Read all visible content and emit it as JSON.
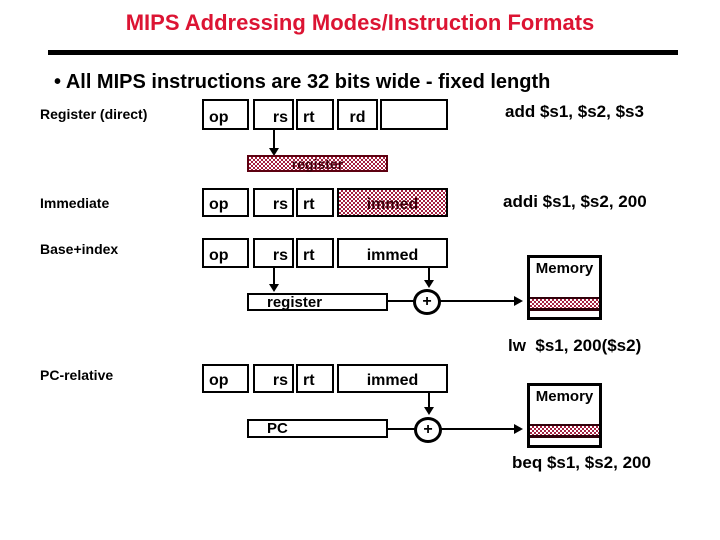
{
  "slide": {
    "title": "MIPS Addressing Modes/Instruction Formats",
    "bullet": "• All MIPS instructions are 32 bits wide - fixed length"
  },
  "colors": {
    "title_red": "#dc1433",
    "hatch_red": "#a52040",
    "hatch_text": "#3f000c",
    "body_text": "#000000"
  },
  "formats": {
    "register_direct": {
      "label": "Register (direct)",
      "fields": [
        "op",
        "rs",
        "rt",
        "rd"
      ],
      "operand_box": "register",
      "instruction": "add $s1, $s2, $s3"
    },
    "immediate": {
      "label": "Immediate",
      "fields": [
        "op",
        "rs",
        "rt",
        "immed"
      ],
      "instruction": "addi $s1, $s2, 200"
    },
    "base_index": {
      "label": "Base+index",
      "fields": [
        "op",
        "rs",
        "rt",
        "immed"
      ],
      "operand_box": "register",
      "plus": "+",
      "memory": "Memory",
      "instruction": "lw  $s1, 200($s2)"
    },
    "pc_relative": {
      "label": "PC-relative",
      "fields": [
        "op",
        "rs",
        "rt",
        "immed"
      ],
      "operand_box": "PC",
      "plus": "+",
      "memory": "Memory",
      "instruction": "beq $s1, $s2, 200"
    }
  }
}
